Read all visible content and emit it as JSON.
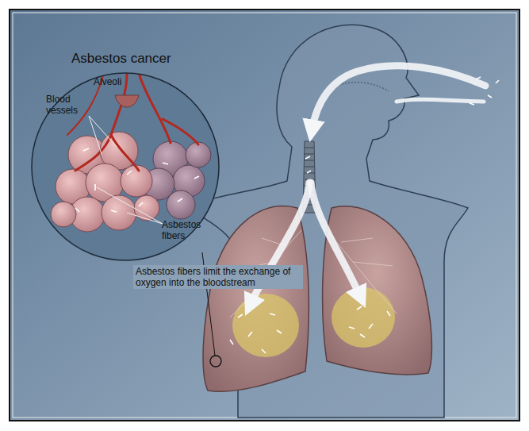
{
  "diagram": {
    "title": "Asbestos cancer",
    "labels": [
      "Alveoli",
      "Blood vessels",
      "Asbestos fibers",
      "Asbestos fibers limit the exchange of oxygen into the bloodstream"
    ]
  }
}
